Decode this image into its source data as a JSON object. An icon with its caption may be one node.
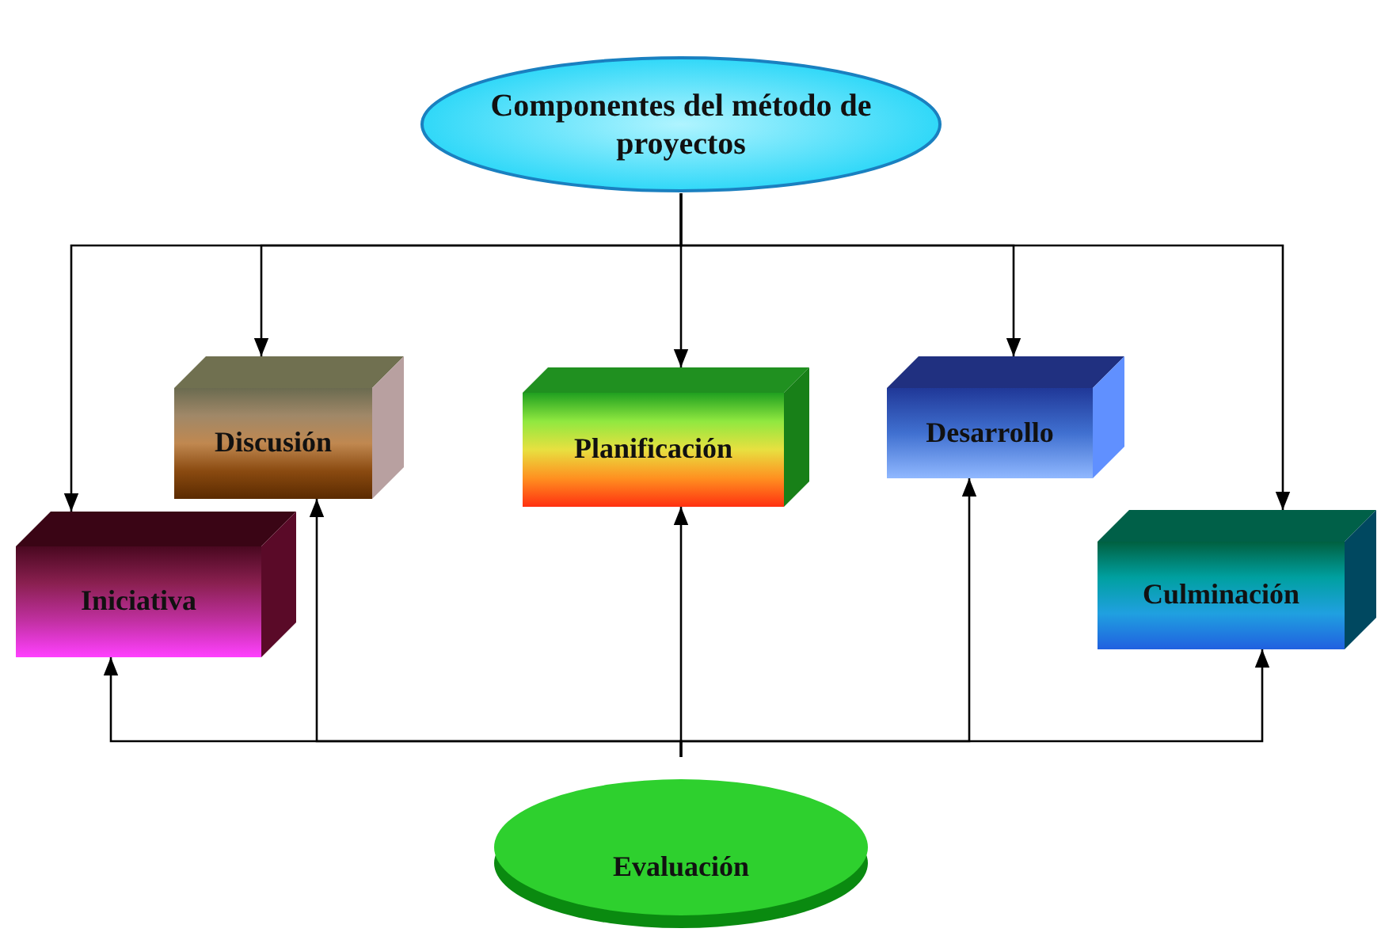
{
  "diagram": {
    "nodes": [
      {
        "text": [
          "Componentes del método de proyectos"
        ]
      },
      {
        "text": [
          "Iniciativa"
        ]
      },
      {
        "text": [
          "Discusión"
        ]
      },
      {
        "text": [
          "Planificación"
        ]
      },
      {
        "text": [
          "Desarrollo"
        ]
      },
      {
        "text": [
          "Culminación"
        ]
      },
      {
        "text": [
          "Evaluación"
        ]
      }
    ],
    "edges": [
      {
        "from": 0,
        "to": 1,
        "arrow": "to"
      },
      {
        "from": 0,
        "to": 2,
        "arrow": "to"
      },
      {
        "from": 0,
        "to": 3,
        "arrow": "to"
      },
      {
        "from": 0,
        "to": 4,
        "arrow": "to"
      },
      {
        "from": 0,
        "to": 5,
        "arrow": "to"
      },
      {
        "from": 6,
        "to": 1,
        "arrow": "to"
      },
      {
        "from": 6,
        "to": 2,
        "arrow": "to"
      },
      {
        "from": 6,
        "to": 3,
        "arrow": "to"
      },
      {
        "from": 6,
        "to": 4,
        "arrow": "to"
      },
      {
        "from": 6,
        "to": 5,
        "arrow": "to"
      }
    ]
  }
}
